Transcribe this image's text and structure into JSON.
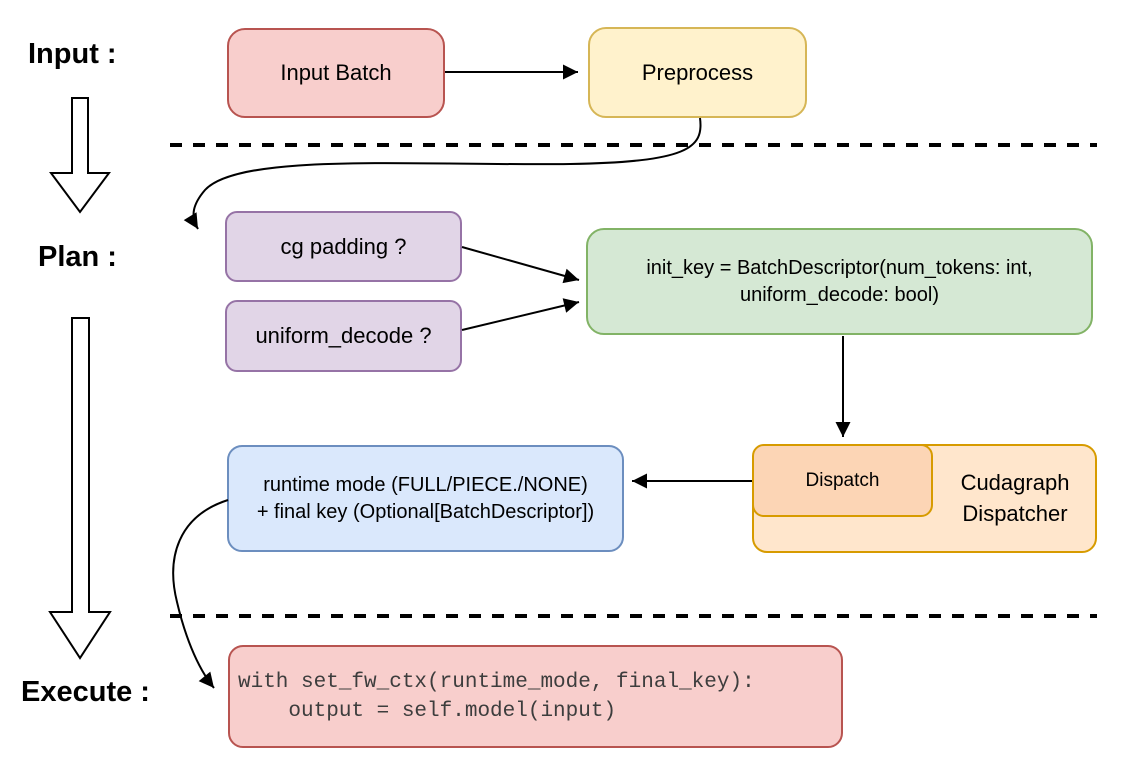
{
  "diagram": {
    "title_hint": "cudagraph dispatch flow",
    "stages": {
      "input_label": "Input :",
      "plan_label": "Plan :",
      "execute_label": "Execute :"
    },
    "nodes": {
      "input_batch": {
        "label": "Input Batch",
        "fill": "#f8cecc",
        "border": "#b85450"
      },
      "preprocess": {
        "label": "Preprocess",
        "fill": "#fff2cc",
        "border": "#d6b656"
      },
      "cg_padding": {
        "label": "cg padding ?",
        "fill": "#e1d5e7",
        "border": "#9673a6"
      },
      "uniform_decode": {
        "label": "uniform_decode ?",
        "fill": "#e1d5e7",
        "border": "#9673a6"
      },
      "init_key": {
        "line1": "init_key = BatchDescriptor(num_tokens: int,",
        "line2": "uniform_decode: bool)",
        "fill": "#d5e8d4",
        "border": "#82b366"
      },
      "dispatch": {
        "label": "Dispatch",
        "fill": "#fcd5b5",
        "border": "#d79b00"
      },
      "cudagraph_dispatcher": {
        "line1": "Cudagraph",
        "line2": "Dispatcher",
        "fill": "#ffe6cc",
        "border": "#d79b00"
      },
      "runtime_result": {
        "line1": "runtime mode (FULL/PIECE./NONE)",
        "line2": "+ final key (Optional[BatchDescriptor])",
        "fill": "#dae8fc",
        "border": "#6c8ebf"
      },
      "execute_code": {
        "line1": "with set_fw_ctx(runtime_mode, final_key):",
        "line2": "    output = self.model(input)",
        "fill": "#f8cecc",
        "border": "#b85450",
        "text_color": "#3d3d3d"
      }
    },
    "separators": {
      "style": "dashed",
      "color": "#000000"
    },
    "arrow_color": "#000000"
  }
}
